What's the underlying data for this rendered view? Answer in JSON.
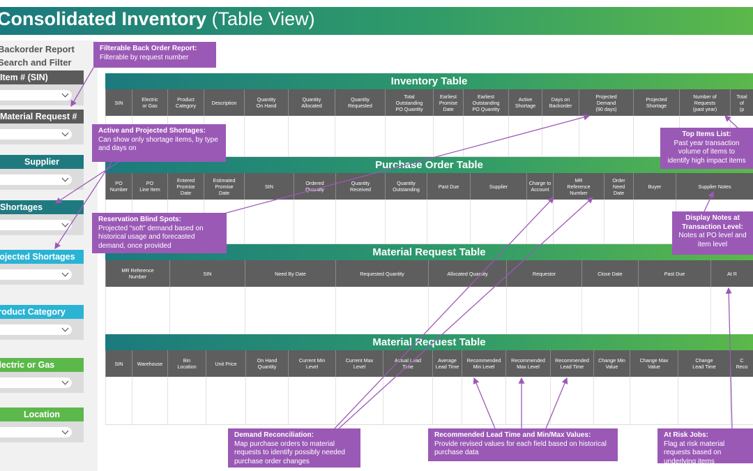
{
  "page": {
    "title_bold": "Consolidated Inventory",
    "title_light": "(Table View)"
  },
  "sidebar": {
    "report_title": "Backorder Report",
    "report_subtitle": "Search and Filter",
    "filters": [
      {
        "label": "Item # (SIN)",
        "color": "#5b5b5b"
      },
      {
        "label": "Material Request #",
        "color": "#5b5b5b"
      },
      {
        "label": "Supplier",
        "color": "#1f7a80"
      },
      {
        "label": "Shortages",
        "color": "#1f7a80"
      },
      {
        "label": "Projected Shortages",
        "color": "#2bb3d4"
      },
      {
        "label": "Product Category",
        "color": "#2bb3d4"
      },
      {
        "label": "Electric or Gas",
        "color": "#5cb84a"
      },
      {
        "label": "Location",
        "color": "#5cb84a"
      }
    ]
  },
  "tables": [
    {
      "title": "Inventory Table",
      "columns": [
        "SIN",
        "Electric\nor Gas",
        "Product\nCategory",
        "Description",
        "Quantity\nOn Hand",
        "Quantity\nAllocated",
        "Quantity\nRequested",
        "Total\nOutstanding\nPO Quantity",
        "Earliest\nPromise\nDate",
        "Earliest\nOutstanding\nPO Quantity",
        "Active\nShortage",
        "Days on\nBackorder",
        "Projected\nDemand\n(90 days)",
        "Projected\nShortage",
        "Number of\nRequests\n(past year)",
        "Total\nof\n(p"
      ]
    },
    {
      "title": "Purchase Order Table",
      "columns": [
        "PO\nNumber",
        "PO\nLine Item",
        "Entered\nPromise\nDate",
        "Estimated\nPromise\nDate",
        "SIN",
        "Ordered\nQuantity",
        "Quantity\nReceived",
        "Quantity\nOutstanding",
        "Past Due",
        "Supplier",
        "Charge to\nAccount",
        "MR\nReference\nNumber",
        "Order Need\nDate",
        "Buyer",
        "Supplier Notes"
      ]
    },
    {
      "title": "Material Request Table",
      "columns": [
        "MR Reference\nNumber",
        "SIN",
        "Need By Date",
        "Requested Quantity",
        "Allocated Quantity",
        "Requestor",
        "Close Date",
        "Past Due",
        "At R"
      ]
    },
    {
      "title": "Material Request Table",
      "columns": [
        "SIN",
        "Warehouse",
        "Bin\nLocation",
        "Unit Price",
        "On Hand\nQuantity",
        "Current Min\nLevel",
        "Current Max\nLevel",
        "Actual Lead\nTime",
        "Average\nLead Time",
        "Recommended\nMin Level",
        "Recommended\nMax Level",
        "Recommended\nLead Time",
        "Change Min\nValue",
        "Change Max\nValue",
        "Change\nLead Time",
        "C\nReco"
      ]
    }
  ],
  "callouts": [
    {
      "title": "Filterable Back Order Report:",
      "body": "Filterable by request number"
    },
    {
      "title": "Active and Projected Shortages:",
      "body": "Can show only shortage items, by type and days on"
    },
    {
      "title": "Reservation Blind Spots:",
      "body": "Projected “soft” demand based on historical usage and forecasted demand, once provided"
    },
    {
      "title": "Top Items List:",
      "body": "Past year transaction volume of items to identify high impact items"
    },
    {
      "title": "Display Notes at Transaction Level:",
      "body": "Notes at PO level and item level"
    },
    {
      "title": "Demand Reconciliation:",
      "body": "Map purchase orders to material requests to identify possibly needed purchase order changes"
    },
    {
      "title": "Recommended Lead Time and Min/Max Values:",
      "body": "Provide revised values for each field based on historical purchase data"
    },
    {
      "title": "At Risk Jobs:",
      "body": "Flag at risk material requests based on underlying items"
    }
  ],
  "colors": {
    "callout": "#9b59b6",
    "header_dark": "#5e5e5e",
    "teal": "#1f7a80",
    "cyan": "#2bb3d4",
    "green": "#5cb84a"
  }
}
